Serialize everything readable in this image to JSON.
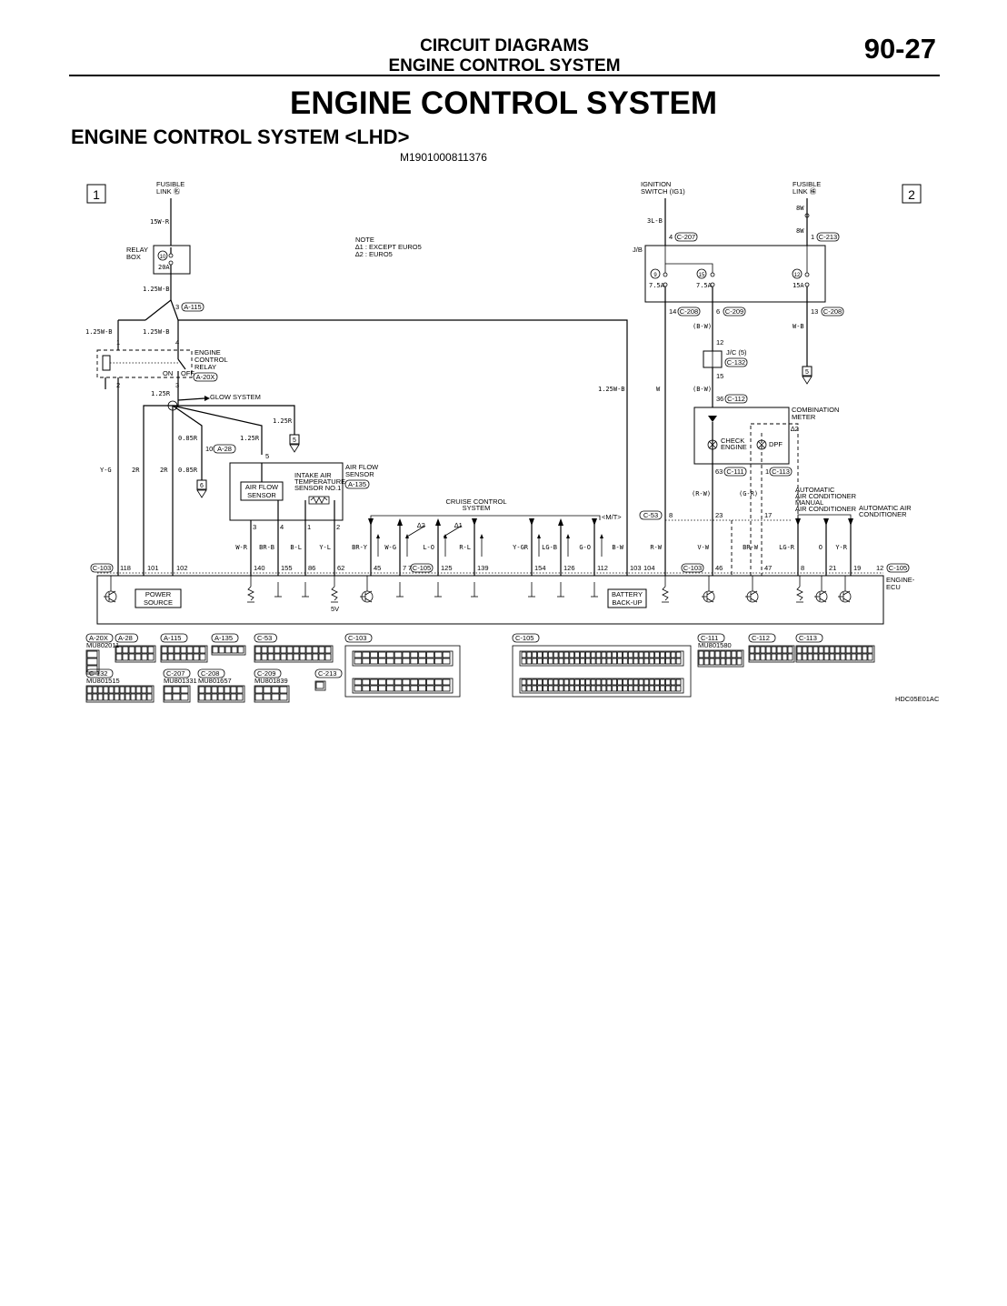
{
  "header": {
    "section_line1": "CIRCUIT DIAGRAMS",
    "section_line2": "ENGINE CONTROL SYSTEM",
    "page_number": "90-27"
  },
  "title": "ENGINE CONTROL SYSTEM",
  "subtitle": "ENGINE CONTROL SYSTEM <LHD>",
  "reference_code": "M1901000811376",
  "footer_code": "HDC05E01AC",
  "sheet_markers": [
    "1",
    "2"
  ],
  "note": {
    "heading": "NOTE",
    "lines": [
      "∆1 : EXCEPT EURO5",
      "∆2 : EURO5"
    ]
  },
  "components": {
    "fusible_link_23": [
      "FUSIBLE",
      "LINK ㊔"
    ],
    "fusible_link_20": [
      "FUSIBLE",
      "LINK ㊑"
    ],
    "ignition_switch": [
      "IGNITION",
      "SWITCH (IG1)"
    ],
    "relay_box": [
      "RELAY",
      "BOX"
    ],
    "engine_control_relay": [
      "ENGINE",
      "CONTROL",
      "RELAY"
    ],
    "glow_system": "GLOW SYSTEM",
    "air_flow_sensor_outer": [
      "AIR FLOW",
      "SENSOR"
    ],
    "air_flow_sensor_inner": [
      "AIR FLOW",
      "SENSOR"
    ],
    "intake_air_temp": [
      "INTAKE AIR",
      "TEMPERATURE",
      "SENSOR NO.1"
    ],
    "cruise_control": [
      "CRUISE CONTROL",
      "SYSTEM"
    ],
    "combination_meter": [
      "COMBINATION",
      "METER"
    ],
    "check_engine": [
      "CHECK",
      "ENGINE"
    ],
    "dpf": "DPF",
    "jb": "J/B",
    "jc": "J/C (5)",
    "ac_auto_manual": [
      "AUTOMATIC",
      "AIR CONDITIONER",
      "MANUAL",
      "AIR CONDITIONER"
    ],
    "ac_auto": [
      "AUTOMATIC AIR",
      "CONDITIONER"
    ],
    "mt": "<M/T>",
    "power_source": [
      "POWER",
      "SOURCE"
    ],
    "battery_backup": [
      "BATTERY",
      "BACK-UP"
    ],
    "engine_ecu": [
      "ENGINE-",
      "ECU"
    ],
    "five_v": "5V",
    "on": "ON",
    "off": "OFF"
  },
  "fuses": {
    "f10": {
      "no": "10",
      "amp": "20A"
    },
    "f9": {
      "no": "9",
      "amp": "7.5A"
    },
    "f15": {
      "no": "15",
      "amp": "7.5A"
    },
    "f12": {
      "no": "12",
      "amp": "15A"
    }
  },
  "connectors": {
    "a115": "A-115",
    "a20x": "A-20X",
    "a28": "A-28",
    "a135": "A-135",
    "c207": "C-207",
    "c213": "C-213",
    "c208": "C-208",
    "c209": "C-209",
    "c132": "C-132",
    "c112": "C-112",
    "c111": "C-111",
    "c113": "C-113",
    "c103": "C-103",
    "c105": "C-105",
    "c53": "C-53"
  },
  "wire_labels": {
    "w15wr": "15W-R",
    "w125wb_a": "1.25W-B",
    "w125wb_b": "1.25W-B",
    "w125wb_c": "1.25W-B",
    "w125wb_d": "1.25W-B",
    "w125r": "1.25R",
    "w125r_b": "1.25R",
    "w125r_c": "1.25R",
    "w085r_a": "0.85R",
    "w085r_b": "0.85R",
    "w3lb": "3L-B",
    "w8w_a": "8W",
    "w8w_b": "8W",
    "wbw_a": "(B-W)",
    "wbw_b": "(B-W)",
    "wW": "W",
    "wwb": "W-B",
    "wyg": "Y-G",
    "w2r_a": "2R",
    "w2r_b": "2R",
    "wrw": "(R-W)",
    "wgr": "(G-R)"
  },
  "pins": {
    "p3": "3",
    "p1": "1",
    "p4": "4",
    "p2": "2",
    "p3b": "3",
    "p5": "5",
    "p10": "10",
    "p4b": "4",
    "p1b": "1",
    "p14": "14",
    "p6": "6",
    "p13": "13",
    "p12": "12",
    "p15": "15",
    "p36": "36",
    "p63": "63",
    "p1c": "1",
    "p8": "8",
    "p23": "23",
    "p17": "17",
    "s3": "3",
    "s4": "4",
    "s1": "1",
    "s2": "2",
    "s7": "7",
    "s12": "12"
  },
  "ecu_wires": [
    {
      "wire": "W-R",
      "pin": "140"
    },
    {
      "wire": "BR-B",
      "pin": "155"
    },
    {
      "wire": "B-L",
      "pin": "86"
    },
    {
      "wire": "Y-L",
      "pin": "62"
    },
    {
      "wire": "BR-Y",
      "pin": "45"
    },
    {
      "wire": "W-G",
      "pin": "7"
    },
    {
      "wire": "L-O",
      "pin": "125"
    },
    {
      "wire": "R-L",
      "pin": "139"
    },
    {
      "wire": "Y-GR",
      "pin": "154"
    },
    {
      "wire": "LG-B",
      "pin": "126"
    },
    {
      "wire": "G-O",
      "pin": "112"
    },
    {
      "wire": "B-W",
      "pin": "103"
    },
    {
      "wire": "R-W",
      "pin": "104"
    },
    {
      "wire": "V-W",
      "pin": "46"
    },
    {
      "wire": "BR-W",
      "pin": "47"
    },
    {
      "wire": "LG-R",
      "pin": "8"
    },
    {
      "wire": "O",
      "pin": "21"
    },
    {
      "wire": "Y-R",
      "pin": "19"
    }
  ],
  "ecu_left_pins": [
    "118",
    "101",
    "102"
  ],
  "ecu_pin_46": "46",
  "star1": "∆1",
  "star2": "∆2",
  "connector_part_numbers": {
    "a20x": "MU802011",
    "c132": "MU801515",
    "c207": "MU801331",
    "c208": "MU801657",
    "c209": "MU801839",
    "c111": "MU801580"
  }
}
